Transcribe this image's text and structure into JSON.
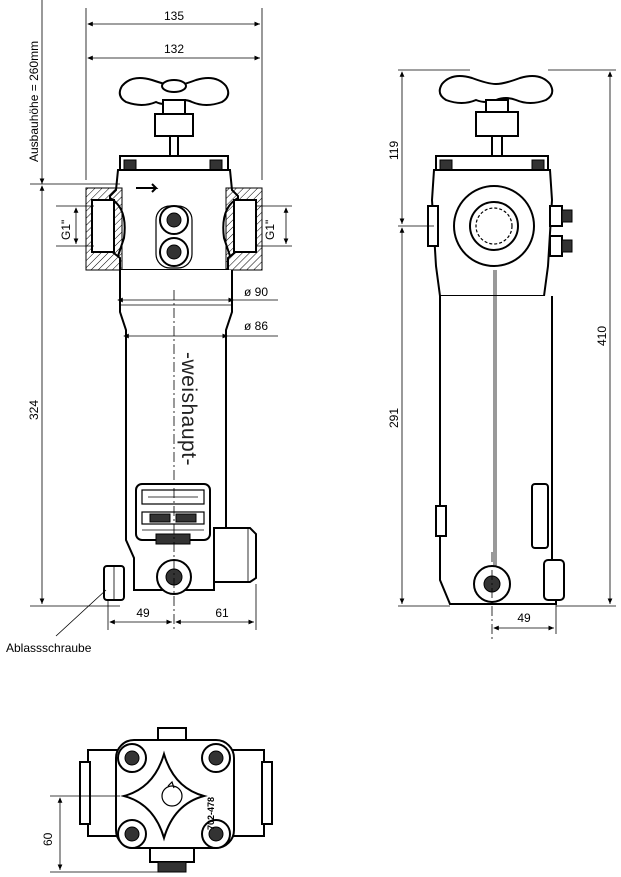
{
  "front_view": {
    "dim_outer_width": "135",
    "dim_inner_width": "132",
    "dim_install_height": "Ausbauhöhe = 260mm",
    "dim_thread_left": "G1\"",
    "dim_thread_right": "G1\"",
    "dim_diameter_90": "ø 90",
    "dim_diameter_86": "ø 86",
    "dim_total_height": "324",
    "dim_left_offset": "49",
    "dim_right_offset": "61",
    "brand_text": "-weishaupt-",
    "drain_label": "Ablassschraube"
  },
  "side_view": {
    "dim_top": "119",
    "dim_body": "291",
    "dim_total": "410",
    "dim_bottom_offset": "49"
  },
  "top_view": {
    "dim_depth": "60",
    "part_number": "702-478"
  }
}
